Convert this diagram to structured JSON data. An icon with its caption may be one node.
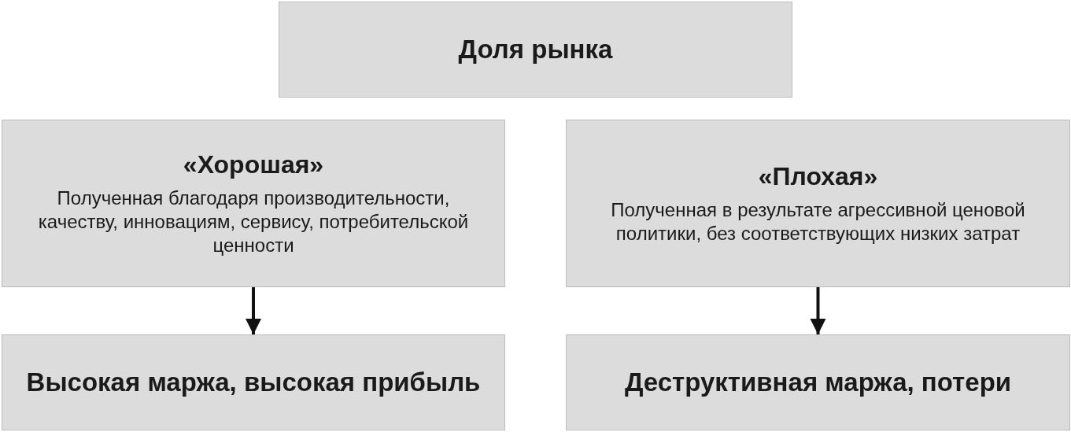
{
  "diagram": {
    "nodes": [
      {
        "text": [
          "Доля рынка"
        ]
      },
      {
        "text": [
          "«Хорошая»",
          "Полученная благодаря производительности, качеству, инновациям, сервису, потребительской ценности"
        ]
      },
      {
        "text": [
          "«Плохая»",
          "Полученная в результате агрессивной ценовой политики, без соответствующих низких затрат"
        ]
      },
      {
        "text": [
          "Высокая маржа, высокая прибыль"
        ]
      },
      {
        "text": [
          "Деструктивная маржа, потери"
        ]
      }
    ],
    "edges": [
      {
        "from": 1,
        "to": 3,
        "arrow": "to"
      },
      {
        "from": 2,
        "to": 4,
        "arrow": "to"
      }
    ]
  }
}
